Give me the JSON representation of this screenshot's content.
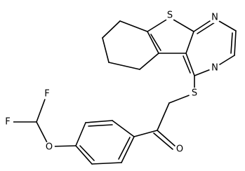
{
  "molecule": {
    "atoms": {
      "s_thiophene": "S",
      "n_upper": "N",
      "n_lower": "N",
      "s_thioether": "S",
      "o_carbonyl": "O",
      "o_ether": "O",
      "f_upper": "F",
      "f_lower": "F"
    }
  },
  "colors": {
    "bond": "#000000",
    "label": "#000000",
    "background": "#ffffff"
  }
}
